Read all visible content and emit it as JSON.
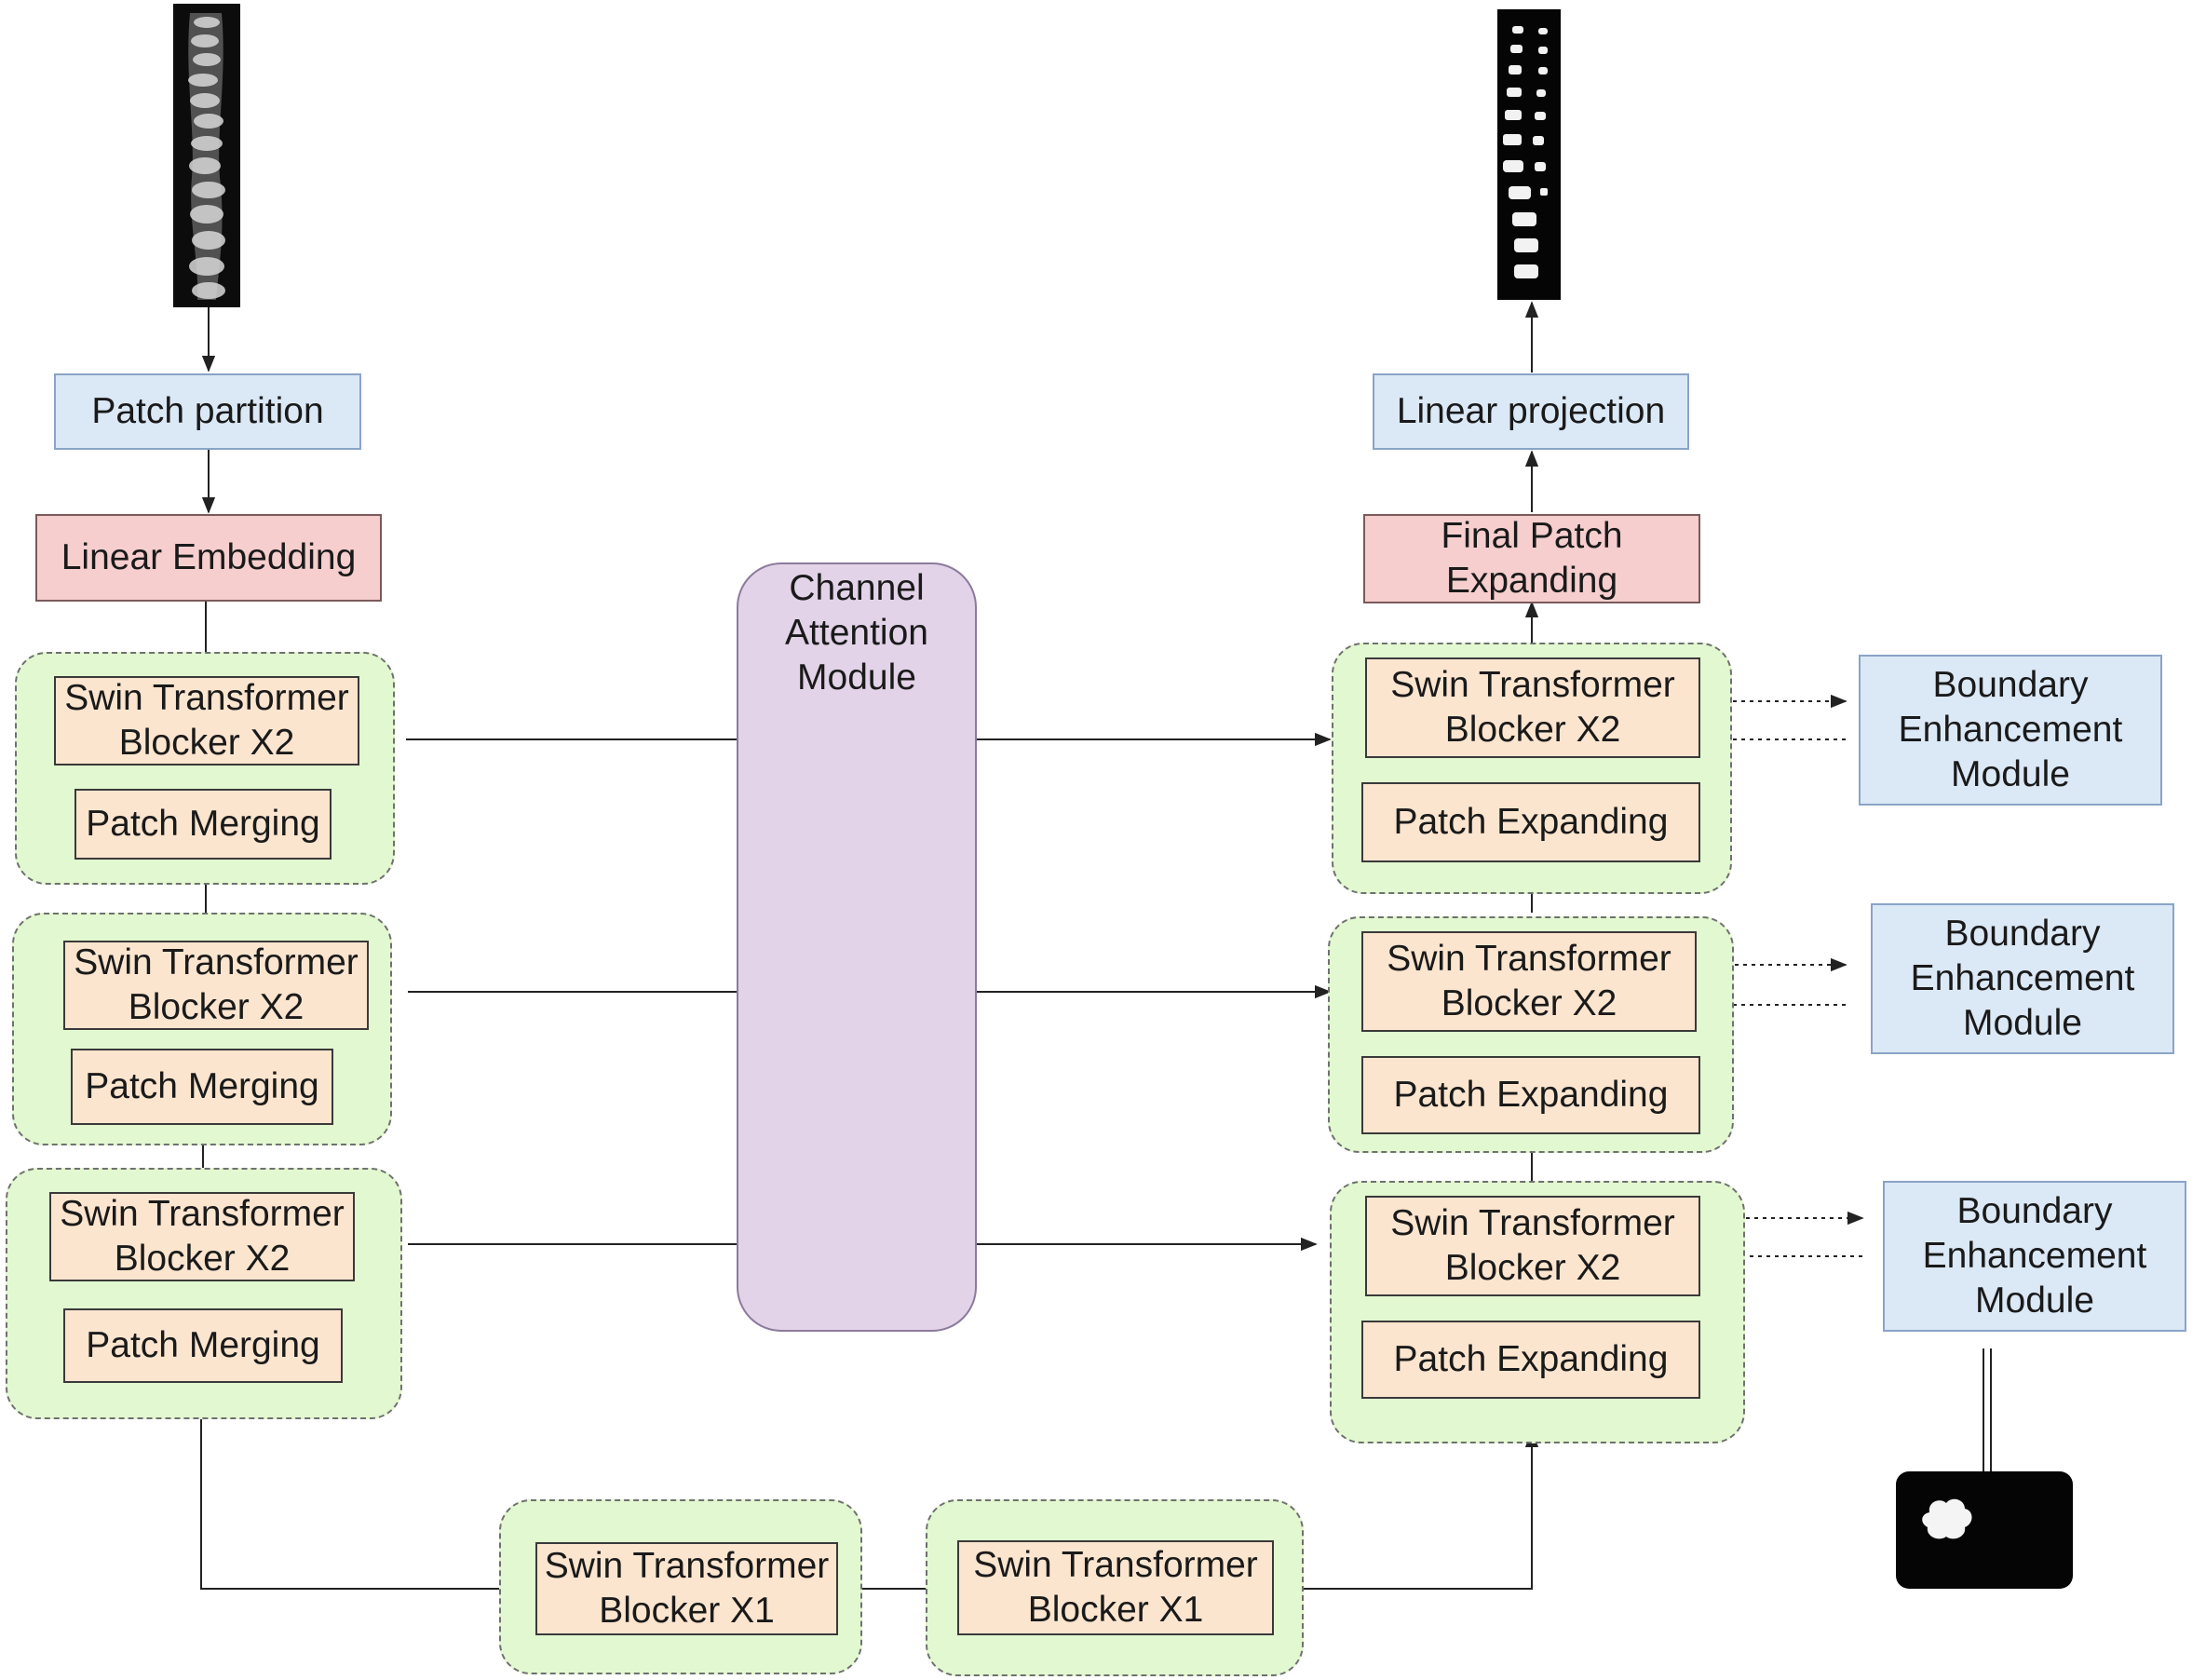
{
  "input_image": {
    "kind": "spine x-ray (grayscale)"
  },
  "output_image": {
    "kind": "vertebra segmentation mask"
  },
  "encoder": {
    "patch_partition": "Patch partition",
    "linear_embedding": "Linear Embedding",
    "stages": [
      {
        "swin_l1": "Swin Transformer",
        "swin_l2": "Blocker X2",
        "merge": "Patch Merging"
      },
      {
        "swin_l1": "Swin Transformer",
        "swin_l2": "Blocker X2",
        "merge": "Patch Merging"
      },
      {
        "swin_l1": "Swin Transformer",
        "swin_l2": "Blocker X2",
        "merge": "Patch Merging"
      }
    ]
  },
  "cam": {
    "l1": "Channel",
    "l2": "Attention",
    "l3": "Module"
  },
  "bottleneck": [
    {
      "l1": "Swin Transformer",
      "l2": "Blocker X1"
    },
    {
      "l1": "Swin Transformer",
      "l2": "Blocker X1"
    }
  ],
  "decoder": {
    "linear_projection": "Linear projection",
    "final_expand": {
      "l1": "Final Patch",
      "l2": "Expanding"
    },
    "stages": [
      {
        "swin_l1": "Swin Transformer",
        "swin_l2": "Blocker X2",
        "expand": "Patch Expanding"
      },
      {
        "swin_l1": "Swin Transformer",
        "swin_l2": "Blocker X2",
        "expand": "Patch Expanding"
      },
      {
        "swin_l1": "Swin Transformer",
        "swin_l2": "Blocker X2",
        "expand": "Patch Expanding"
      }
    ]
  },
  "bem": [
    {
      "l1": "Boundary",
      "l2": "Enhancement",
      "l3": "Module"
    },
    {
      "l1": "Boundary",
      "l2": "Enhancement",
      "l3": "Module"
    },
    {
      "l1": "Boundary",
      "l2": "Enhancement",
      "l3": "Module"
    }
  ],
  "boundary_mask": {
    "kind": "boundary mask (white blob on black)"
  }
}
